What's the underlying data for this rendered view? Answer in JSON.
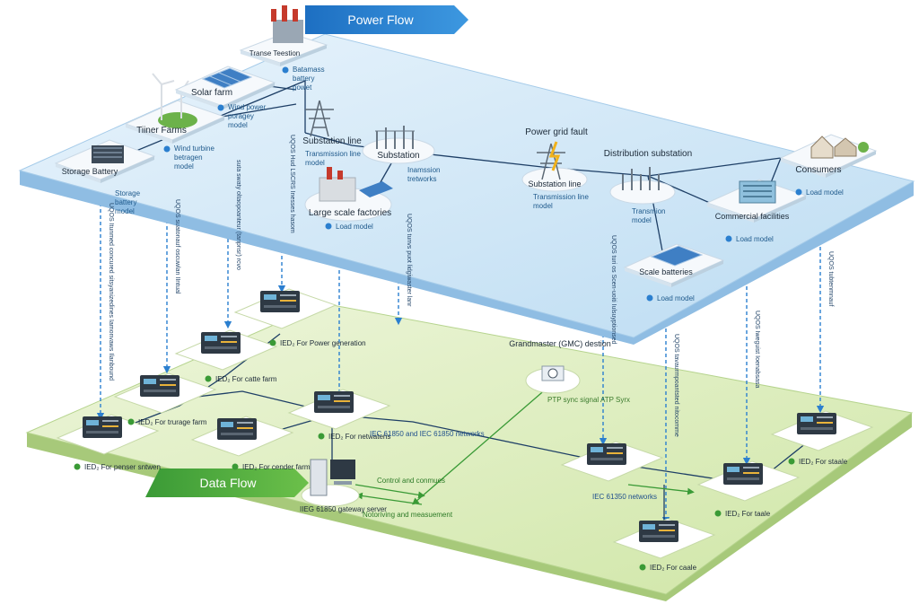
{
  "banners": {
    "power_flow": "Power Flow",
    "data_flow": "Data Flow"
  },
  "top_layer": {
    "nodes": [
      {
        "id": "transmission-station",
        "label": "Transe Teestion"
      },
      {
        "id": "solar-farm",
        "label": "Solar farm"
      },
      {
        "id": "wind-farms",
        "label": "Tiiner Farms"
      },
      {
        "id": "storage-battery",
        "label": "Storage Battery"
      },
      {
        "id": "substation-line",
        "label": "Substation line"
      },
      {
        "id": "substation",
        "label": "Substation"
      },
      {
        "id": "large-factories",
        "label": "Large scale factories"
      },
      {
        "id": "power-grid-fault",
        "label": "Power grid fault"
      },
      {
        "id": "fault-substation-line",
        "label": "Substation line"
      },
      {
        "id": "distribution-substation",
        "label": "Distribution substation"
      },
      {
        "id": "consumers",
        "label": "Consumers"
      },
      {
        "id": "commercial-facilities",
        "label": "Commercial facilities"
      },
      {
        "id": "scale-batteries",
        "label": "Scale batteries"
      }
    ],
    "models": [
      {
        "id": "battery-power",
        "lines": [
          "Batamass",
          "battery",
          "powet"
        ]
      },
      {
        "id": "wind-power",
        "lines": [
          "Wind power",
          "poragey",
          "model"
        ]
      },
      {
        "id": "wind-turbine",
        "lines": [
          "Wind turbine",
          "betragen",
          "model"
        ]
      },
      {
        "id": "storage-battery-model",
        "lines": [
          "Storage",
          "battery",
          "model"
        ]
      },
      {
        "id": "transmission-line-model",
        "lines": [
          "Transmission line",
          "model"
        ]
      },
      {
        "id": "transmission-networks",
        "lines": [
          "Inamssion",
          "tretworks"
        ]
      },
      {
        "id": "factory-load",
        "lines": [
          "Load model"
        ]
      },
      {
        "id": "fault-transmission-line",
        "lines": [
          "Transmission line",
          "model"
        ]
      },
      {
        "id": "transmission-model",
        "lines": [
          "Transmion",
          "model"
        ]
      },
      {
        "id": "consumers-load",
        "lines": [
          "Load model"
        ]
      },
      {
        "id": "commercial-load",
        "lines": [
          "Load model"
        ]
      },
      {
        "id": "batteries-load",
        "lines": [
          "Load model"
        ]
      }
    ]
  },
  "bottom_layer": {
    "ieds": [
      {
        "id": "ied-power-generation",
        "label": "IED₂ For Power generation"
      },
      {
        "id": "ied-cattle-farm",
        "label": "IED₂ For catte farm"
      },
      {
        "id": "ied-storage-farm",
        "label": "IED₂ For trurage farm"
      },
      {
        "id": "ied-penser-sntwen",
        "label": "IED₂ For penser sntwen"
      },
      {
        "id": "ied-cender-farm",
        "label": "IED₂ For cender farm"
      },
      {
        "id": "ied-networks",
        "label": "IED₂ For netwatens"
      },
      {
        "id": "ied-staale",
        "label": "IED₂ For staale"
      },
      {
        "id": "ied-taale",
        "label": "IED₂ For taale"
      },
      {
        "id": "ied-caale",
        "label": "IED₂ For caale"
      }
    ],
    "texts": {
      "gmc_title": "Grandmaster (GMC) destion",
      "ptp_sync": "PTP sync signal ATP Syrx",
      "iec_networks_left": "IEC 61850 and IEC 61850 networks",
      "iec_networks_right": "IEC 61350 networks",
      "gateway_server": "IIEG 61850 gateway server",
      "control_commands": "Control and conmues",
      "monitoring": "Notoriving and measuement"
    }
  },
  "vertical_captions": [
    "UQOS Itunmed concured sitsyanizedines Iamonvaws Ilanbound",
    "UQOS suatonauf oscuwlan IIntual",
    "suta swaty oltaopoanteur (tanpnsr) rcvo",
    "UQOS Hud LSCRS Inesses hasom",
    "UQOS tunvs puot lidgiwaster lanr",
    "UQOS turi os Scen-uoiti Iulsuyptionsed",
    "UQOS tavaurmpoantsted nitocomme",
    "UQOS Iweguist Ioenabsasa",
    "UQOS tubtenmnauf"
  ]
}
